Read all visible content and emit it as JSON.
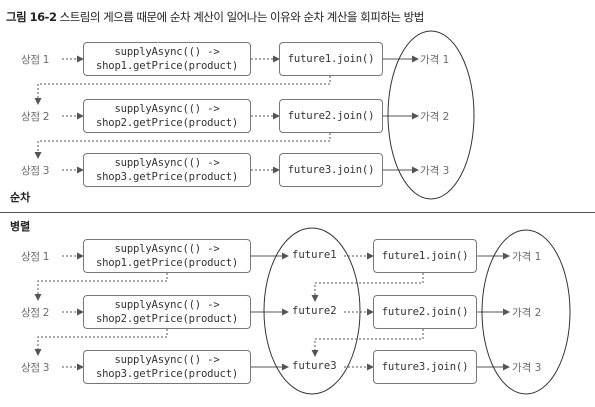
{
  "caption": {
    "number": "그림 16-2",
    "text": " 스트림의 게으름 때문에 순차 계산이 일어나는 이유와 순차 계산을 회피하는 방법"
  },
  "sections": {
    "sequential": "순차",
    "parallel": "병렬"
  },
  "stores": [
    "상점 1",
    "상점 2",
    "상점 3"
  ],
  "supply": [
    {
      "line1": "supplyAsync(() ->",
      "line2": "shop1.getPrice(product)"
    },
    {
      "line1": "supplyAsync(() ->",
      "line2": "shop2.getPrice(product)"
    },
    {
      "line1": "supplyAsync(() ->",
      "line2": "shop3.getPrice(product)"
    }
  ],
  "joins": [
    "future1.join()",
    "future2.join()",
    "future3.join()"
  ],
  "futures": [
    "future1",
    "future2",
    "future3"
  ],
  "prices": [
    "가격 1",
    "가격 2",
    "가격 3"
  ],
  "colors": {
    "line": "#555555",
    "box_border": "#777777",
    "text": "#333333",
    "label": "#6b6b6b"
  }
}
